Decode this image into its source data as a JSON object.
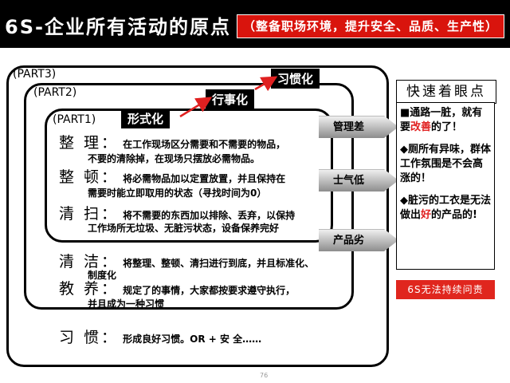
{
  "header": {
    "title": "6S-企业所有活动的原点",
    "subtitle": "（整备职场环境，提升安全、品质、生产性）"
  },
  "parts": {
    "part3": "(PART3)",
    "part2": "(PART2)",
    "part1": "(PART1)"
  },
  "stages": {
    "formal": "形式化",
    "action": "行事化",
    "habit": "习惯化"
  },
  "items": [
    {
      "name": "整 理：",
      "text1": "在工作现场区分需要和不需要的物品，",
      "text2": "不要的清除掉，在现场只摆放必需物品。"
    },
    {
      "name": "整 顿：",
      "text1": "将必需物品加以定置放置，并且保持在",
      "text2": "需要时能立即取用的状态（寻找时间为0）"
    },
    {
      "name": "清 扫：",
      "text1": "将不需要的东西加以排除、丢弃，以保持",
      "text2": "工作场所无垃圾、无脏污状态，设备保养完好"
    },
    {
      "name": "清 洁：",
      "text1": "将整理、整顿、清扫进行到底，并且标准化、",
      "text2": "制度化"
    },
    {
      "name": "教 养：",
      "text1": "规定了的事情，大家都按要求遵守执行，",
      "text2": "并且成为一种习惯"
    },
    {
      "name": "习 惯：",
      "text1": "形成良好习惯。OR + 安 全……",
      "text2": ""
    }
  ],
  "arrows": [
    "管理差",
    "士气低",
    "产品劣"
  ],
  "right_panel": {
    "title": "快速着眼点",
    "note1_a": "■通路一脏，就有要",
    "note1_red": "改善",
    "note1_b": "的了！",
    "note2": "◆厕所有异味，群体工作氛围是不会高涨的！",
    "note3_a": "◆脏污的工衣是无法做出",
    "note3_red": "好",
    "note3_b": "的产品的!"
  },
  "red_button": "6S无法持续问责",
  "page_number": "76",
  "colors": {
    "accent_red": "#d9140d",
    "header_bg": "#000000",
    "arrow_grey": "#9a9a9a"
  }
}
